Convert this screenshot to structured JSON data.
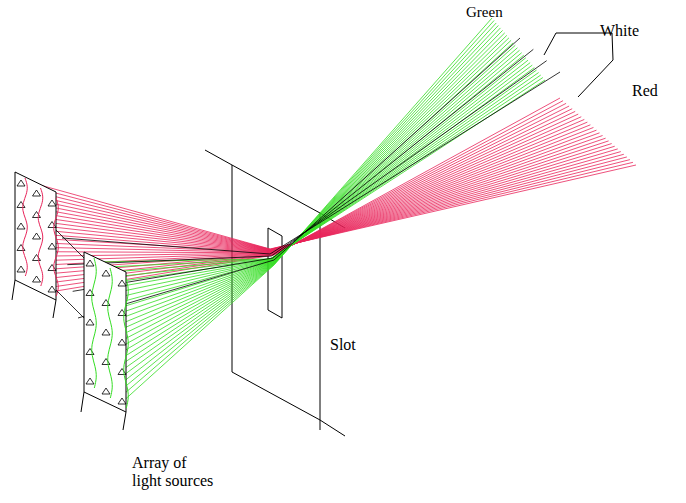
{
  "diagram": {
    "labels": [
      "Green",
      "White",
      "Red",
      "Slot",
      "Array of light sources"
    ]
  }
}
